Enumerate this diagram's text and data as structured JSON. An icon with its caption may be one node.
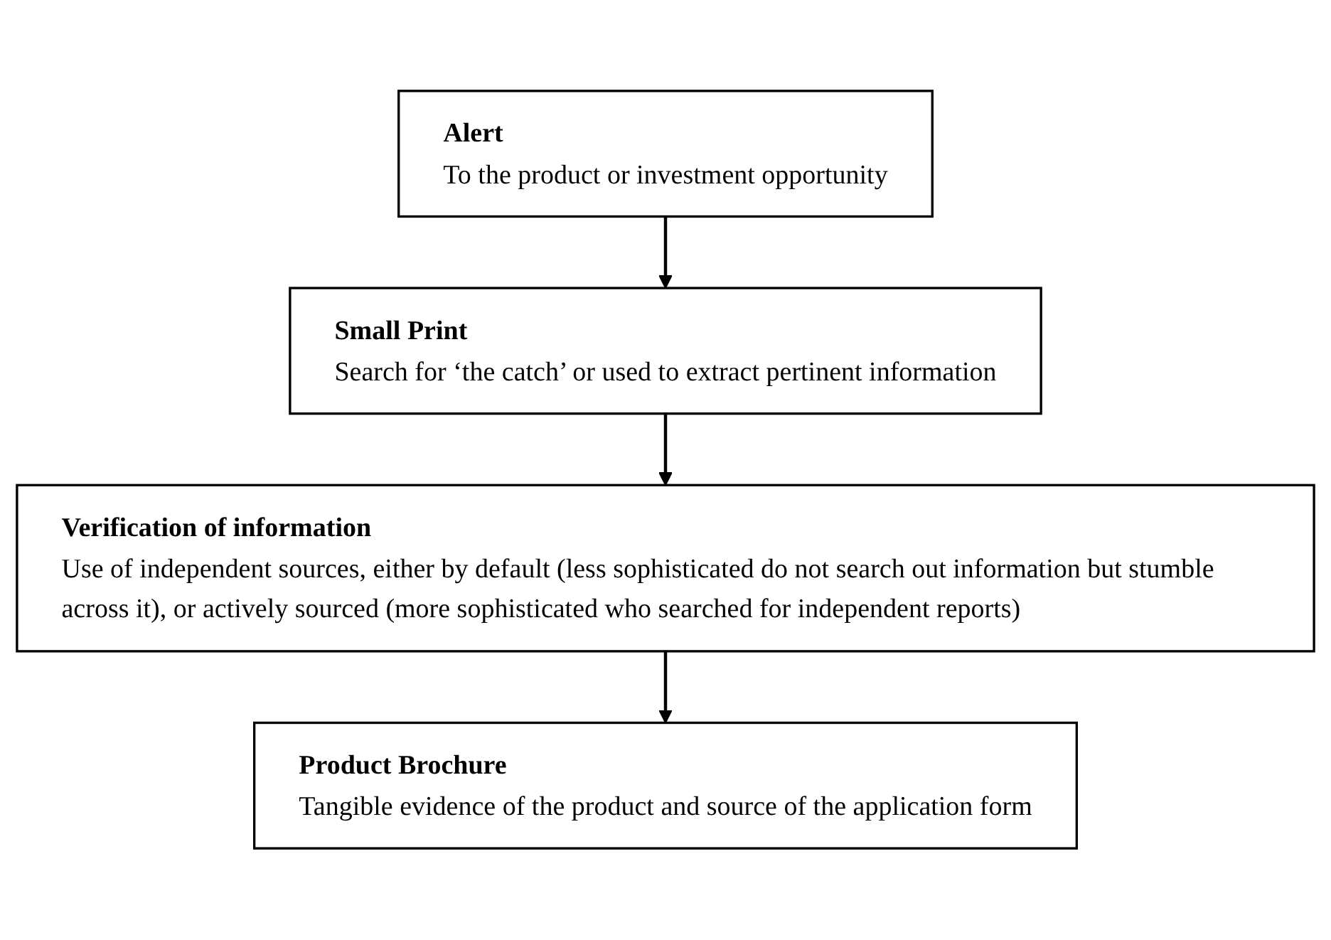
{
  "diagram": {
    "nodes": [
      {
        "text": [
          "Alert",
          "To the product or investment opportunity"
        ]
      },
      {
        "text": [
          "Small Print",
          "Search for ‘the catch’ or used to extract pertinent information"
        ]
      },
      {
        "text": [
          "Verification of information",
          "Use of independent sources, either by default (less sophisticated do not search out information but stumble across it), or actively sourced (more sophisticated who searched for independent reports)"
        ]
      },
      {
        "text": [
          "Product Brochure",
          "Tangible evidence of the product and source of the application form"
        ]
      }
    ],
    "edges": [
      {
        "from": 0,
        "to": 1,
        "arrow": "to"
      },
      {
        "from": 1,
        "to": 2,
        "arrow": "to"
      },
      {
        "from": 2,
        "to": 3,
        "arrow": "to"
      }
    ]
  }
}
